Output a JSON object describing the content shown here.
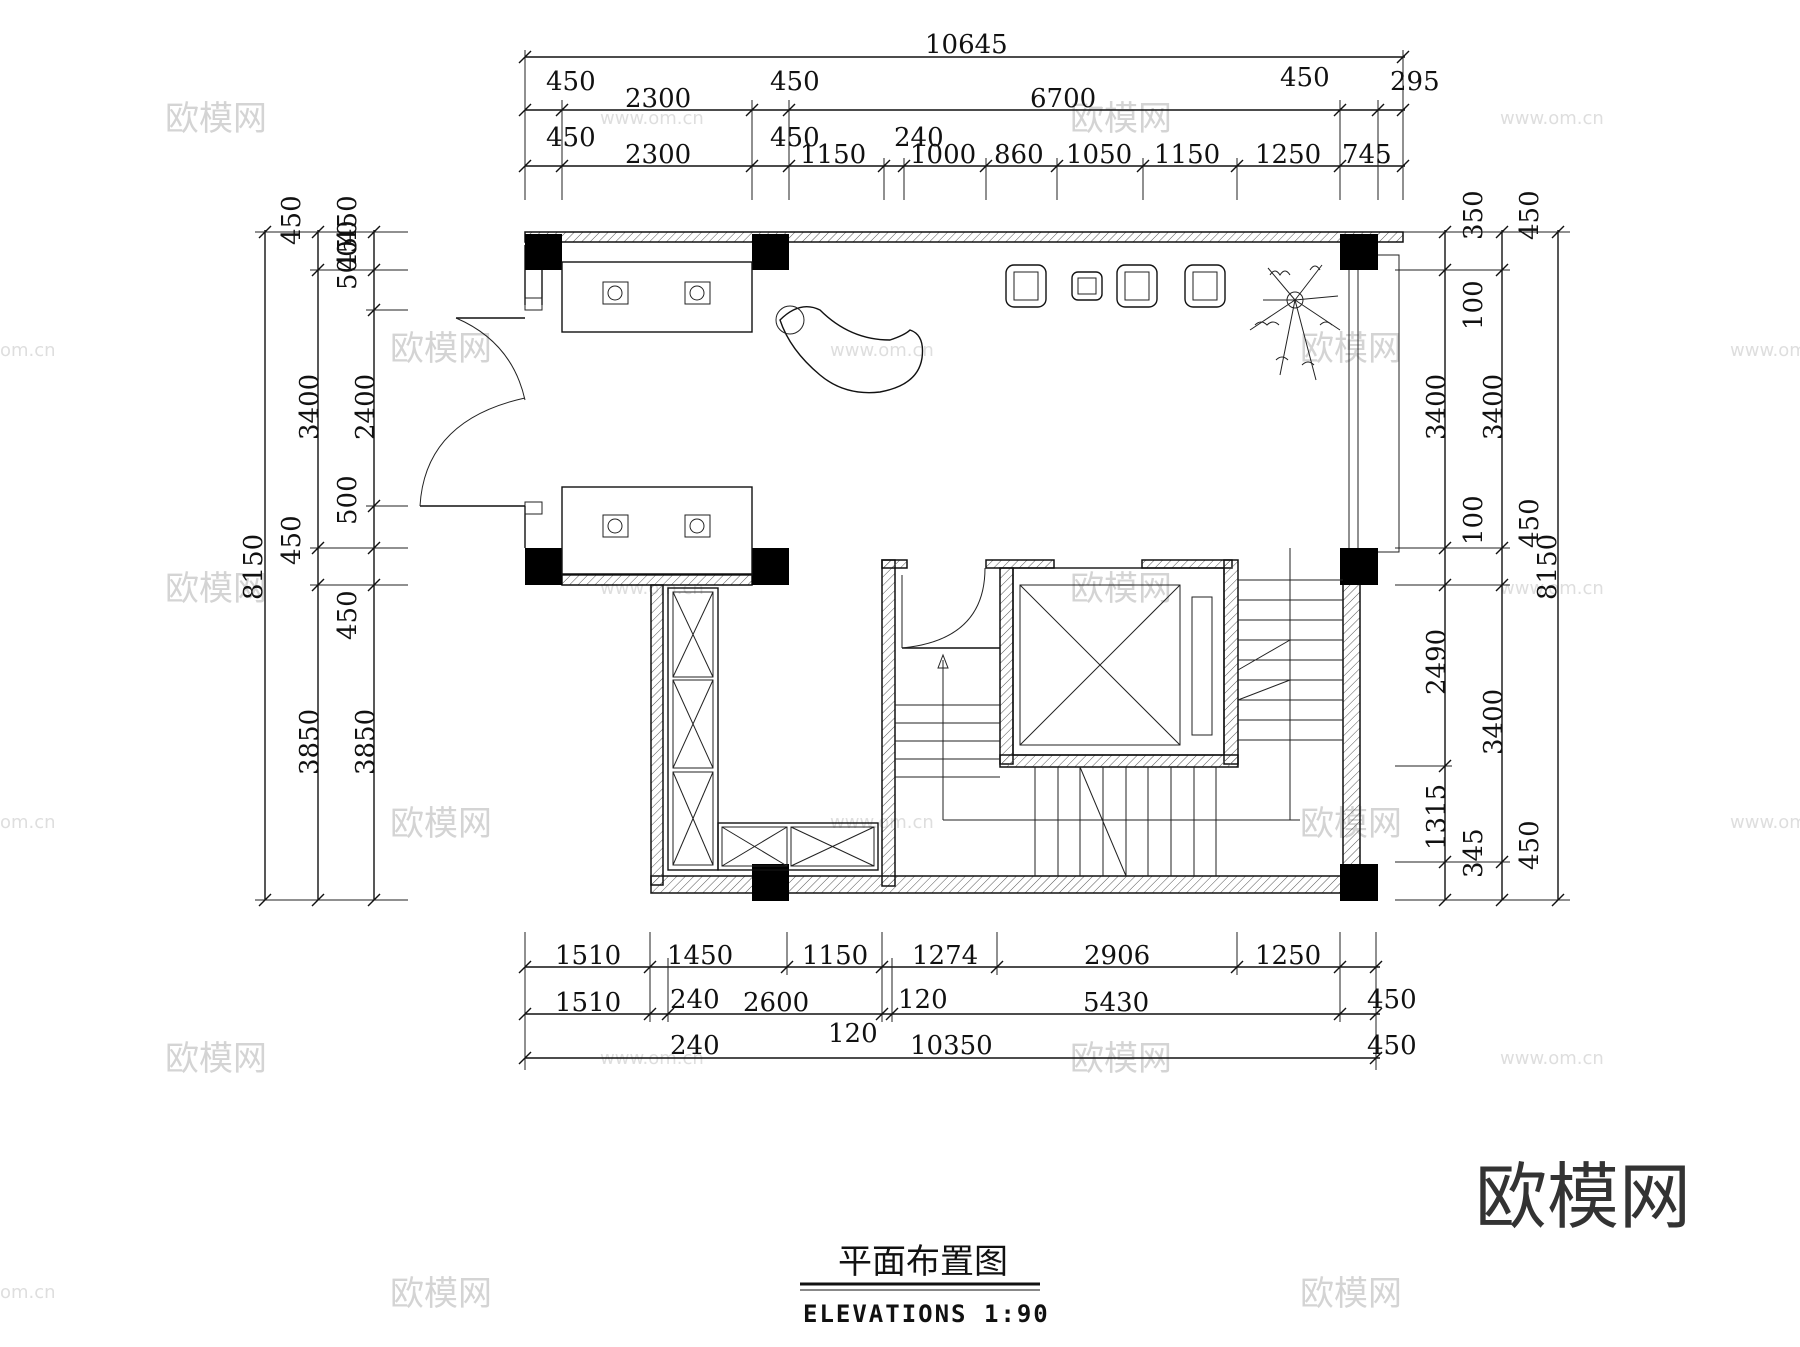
{
  "drawing": {
    "title_cn": "平面布置图",
    "title_en": "ELEVATIONS 1:90"
  },
  "watermark": {
    "brand": "欧模网",
    "url": "www.om.cn",
    "url_edge": "om.cn"
  },
  "dimensions": {
    "top_total": "10645",
    "top_row1": [
      "450",
      "2300",
      "450",
      "6700",
      "450",
      "295"
    ],
    "top_row2": [
      "450",
      "2300",
      "450",
      "1150",
      "240",
      "1000",
      "860",
      "1050",
      "1150",
      "1250",
      "745"
    ],
    "bottom_row1": [
      "1510",
      "1450",
      "1150",
      "1274",
      "2906",
      "1250"
    ],
    "bottom_row2": [
      "1510",
      "240",
      "2600",
      "120",
      "5430",
      "450"
    ],
    "bottom_row3": [
      "240",
      "120",
      "10350",
      "450"
    ],
    "left_outer": "8150",
    "left_mid": [
      "450",
      "3400",
      "450",
      "3850"
    ],
    "left_inner": [
      "450",
      "500",
      "2400",
      "500",
      "450",
      "3850"
    ],
    "left_extra": [
      "450",
      "450"
    ],
    "right_inner": [
      "350",
      "100",
      "3400",
      "100",
      "2490",
      "1315",
      "345"
    ],
    "right_mid": [
      "450",
      "3400",
      "450",
      "3400",
      "450"
    ],
    "right_outer": "8150"
  }
}
